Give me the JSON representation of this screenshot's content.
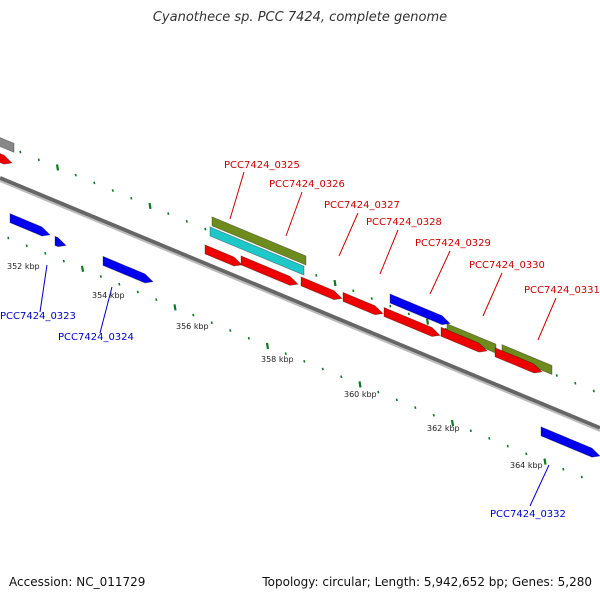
{
  "title": "Cyanothece sp. PCC 7424, complete genome",
  "footer": {
    "accession": "Accession: NC_011729",
    "summary": "Topology: circular; Length: 5,942,652 bp; Genes: 5,280"
  },
  "colors": {
    "backbone": "#8c8c8c",
    "tick": "#0b7a1f",
    "forward_gene": "#0000ee",
    "reverse_gene": "#ee0000",
    "olive_feature": "#6e8c1e",
    "cyan_feature": "#1fc8c8",
    "grey_feature": "#888888",
    "forward_label": "#0000cc",
    "reverse_label": "#cc0000"
  },
  "scale_labels": [
    {
      "kbp": 352,
      "text": "352 kbp"
    },
    {
      "kbp": 354,
      "text": "354 kbp"
    },
    {
      "kbp": 356,
      "text": "356 kbp"
    },
    {
      "kbp": 358,
      "text": "358 kbp"
    },
    {
      "kbp": 360,
      "text": "360 kbp"
    },
    {
      "kbp": 362,
      "text": "362 kbp"
    },
    {
      "kbp": 364,
      "text": "364 kbp"
    }
  ],
  "gene_labels": [
    {
      "name": "PCC7424_0323",
      "strand": "forward"
    },
    {
      "name": "PCC7424_0324",
      "strand": "forward"
    },
    {
      "name": "PCC7424_0325",
      "strand": "reverse"
    },
    {
      "name": "PCC7424_0326",
      "strand": "reverse"
    },
    {
      "name": "PCC7424_0327",
      "strand": "reverse"
    },
    {
      "name": "PCC7424_0328",
      "strand": "reverse"
    },
    {
      "name": "PCC7424_0329",
      "strand": "reverse"
    },
    {
      "name": "PCC7424_0330",
      "strand": "reverse"
    },
    {
      "name": "PCC7424_0331",
      "strand": "reverse"
    },
    {
      "name": "PCC7424_0332",
      "strand": "forward"
    }
  ]
}
